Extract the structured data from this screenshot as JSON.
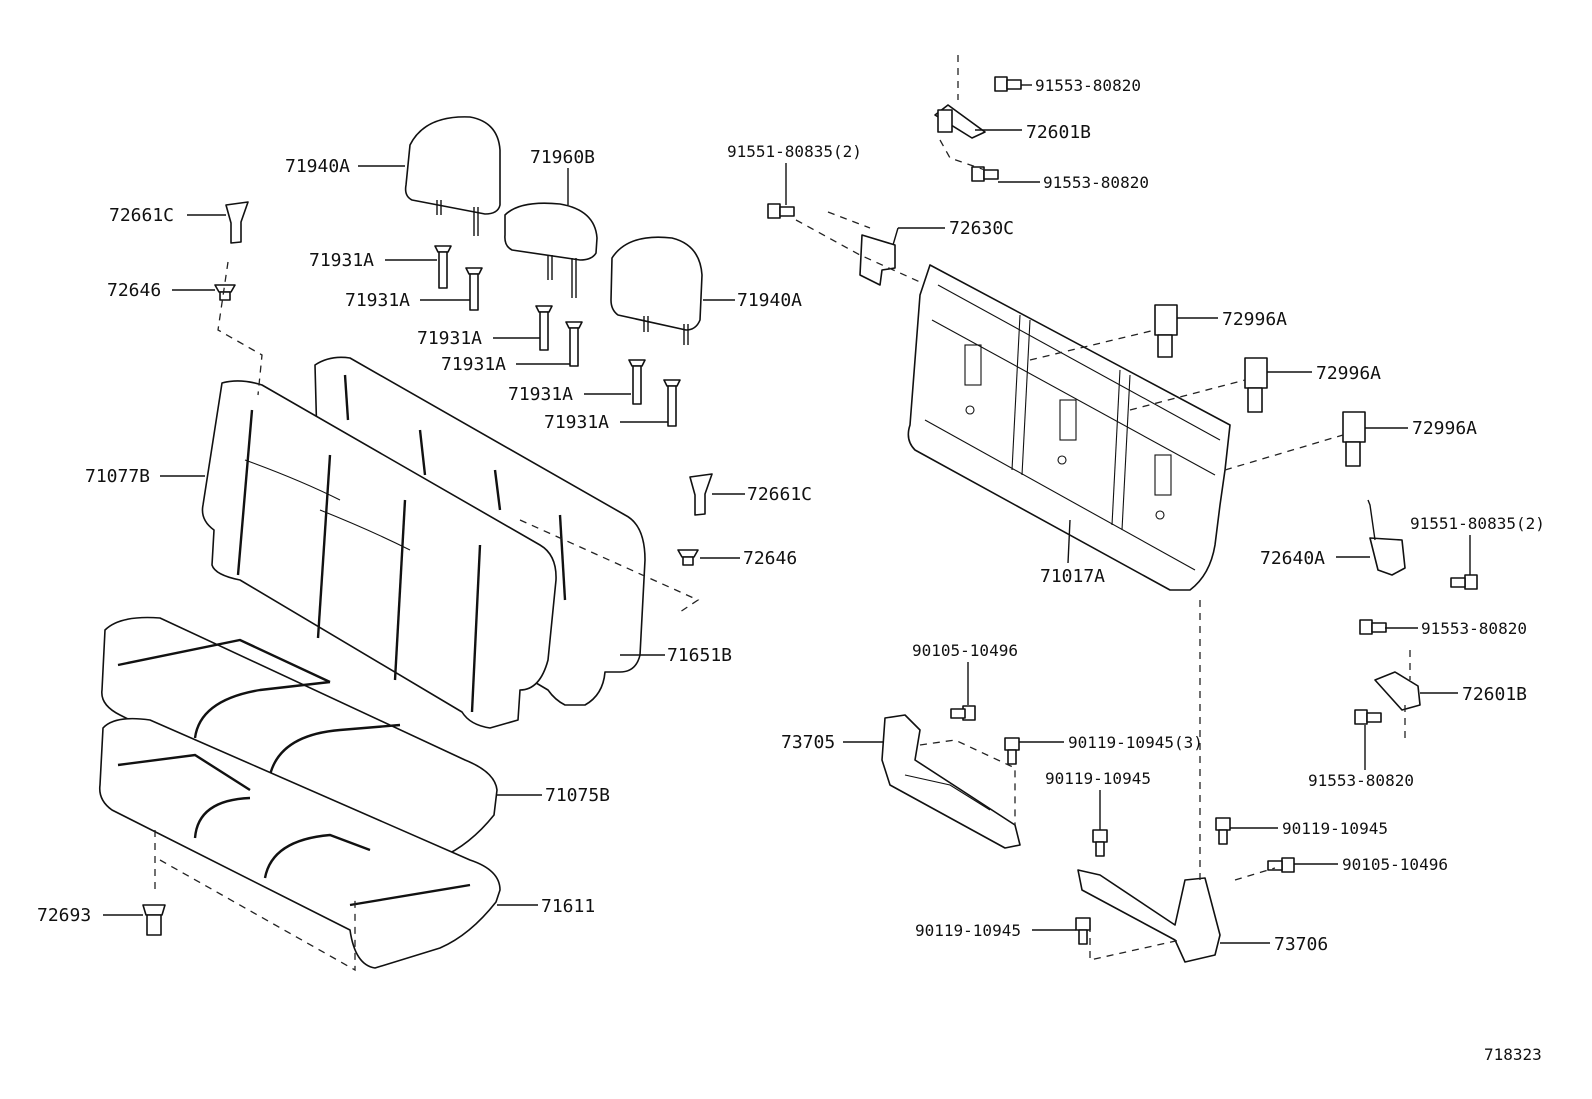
{
  "diagram_id": "718323",
  "labels": {
    "hr_left": "71940A",
    "hr_center": "71960B",
    "hr_right": "71940A",
    "guide_1": "71931A",
    "guide_2": "71931A",
    "guide_3": "71931A",
    "guide_4": "71931A",
    "guide_5": "71931A",
    "guide_6": "71931A",
    "knob_left": "72661C",
    "clip_left": "72646",
    "knob_right": "72661C",
    "clip_right": "72646",
    "back_cover": "71077B",
    "back_pad": "71651B",
    "cushion_cover": "71075B",
    "cushion_pad": "71611",
    "cushion_clip": "72693",
    "back_frame": "71017A",
    "bolt_top_left": "91551-80835(2)",
    "bolt_right": "91551-80835(2)",
    "bolt_top_1": "91553-80820",
    "bolt_top_2": "91553-80820",
    "bolt_right_1": "91553-80820",
    "bolt_right_2": "91553-80820",
    "hinge_top": "72601B",
    "hinge_right": "72601B",
    "lock_left": "72630C",
    "lock_right": "72640A",
    "belt_1": "72996A",
    "belt_2": "72996A",
    "belt_3": "72996A",
    "bracket_left": "73705",
    "bracket_right": "73706",
    "bolt_b1": "90105-10496",
    "bolt_b2": "90119-10945(3)",
    "bolt_b3": "90119-10945",
    "bolt_b4": "90119-10945",
    "bolt_b5": "90119-10945",
    "bolt_b6": "90105-10496"
  }
}
